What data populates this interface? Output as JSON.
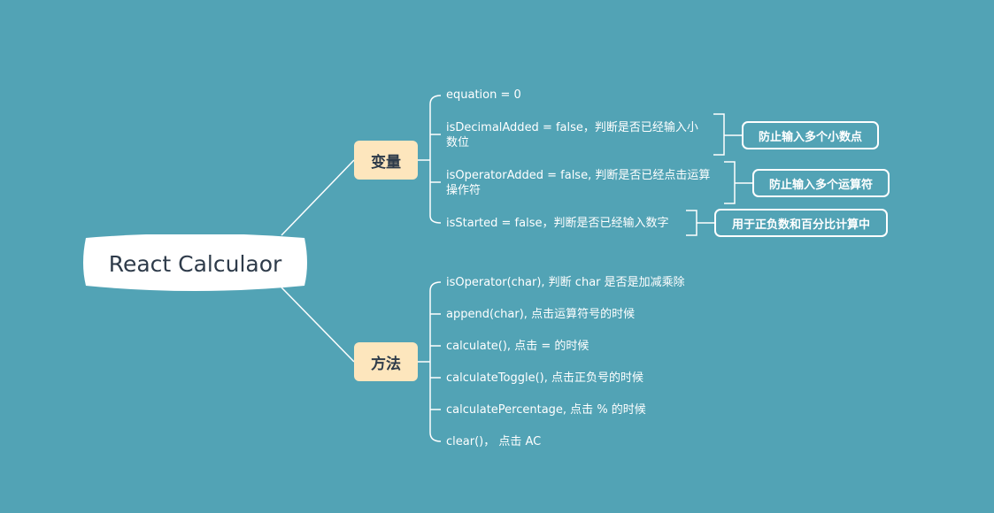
{
  "root": {
    "title": "React Calculaor"
  },
  "branches": {
    "variables": {
      "label": "变量",
      "items": [
        "equation = 0",
        "isDecimalAdded = false，判断是否已经输入小数位",
        "isOperatorAdded = false, 判断是否已经点击运算操作符",
        "isStarted = false，判断是否已经输入数字"
      ],
      "notes": [
        "防止输入多个小数点",
        "防止输入多个运算符",
        "用于正负数和百分比计算中"
      ]
    },
    "methods": {
      "label": "方法",
      "items": [
        "isOperator(char), 判断 char 是否是加减乘除",
        "append(char), 点击运算符号的时候",
        "calculate(), 点击 =  的时候",
        "calculateToggle(), 点击正负号的时候",
        "calculatePercentage, 点击 % 的时候",
        "clear()，  点击 AC"
      ]
    }
  },
  "colors": {
    "background": "#52a3b5",
    "branch_fill": "#fde6bd",
    "root_fill": "#ffffff",
    "text_dark": "#2e3b4a",
    "line": "#ffffff"
  }
}
